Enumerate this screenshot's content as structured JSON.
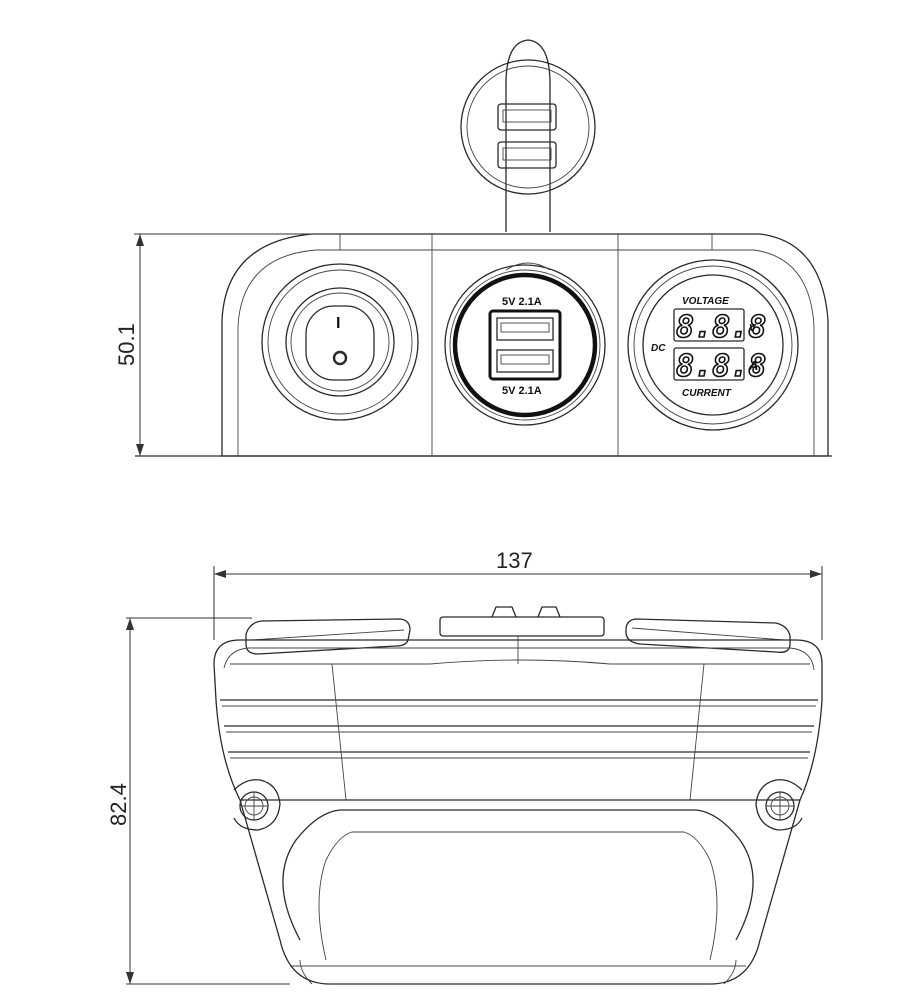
{
  "dimensions": {
    "front_height": "50.1",
    "top_width": "137",
    "top_depth": "82.4"
  },
  "switch": {
    "on_symbol": "I",
    "off_symbol": "O"
  },
  "usb_socket": {
    "upper_rating": "5V 2.1A",
    "lower_rating": "5V 2.1A"
  },
  "meter": {
    "voltage_label": "VOLTAGE",
    "current_label": "CURRENT",
    "dc_label": "DC",
    "volt_unit": "V",
    "amp_unit": "A",
    "upper_digits": "8.8.8",
    "lower_digits": "8.8.8"
  }
}
